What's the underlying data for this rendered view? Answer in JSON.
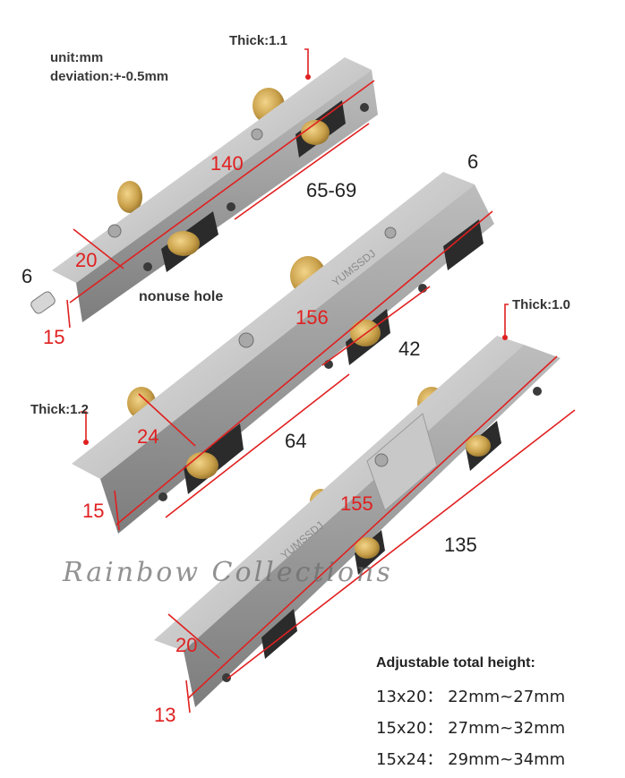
{
  "info": {
    "unit": "unit:mm",
    "deviation": "deviation:+-0.5mm"
  },
  "labels": {
    "thick_top": "Thick:1.1",
    "thick_middle_right": "Thick:1.0",
    "thick_middle_left": "Thick:1.2",
    "nonuse_hole": "nonuse hole",
    "watermark": "Rainbow Collections"
  },
  "roller1": {
    "length": "140",
    "hole_spacing": "65-69",
    "width": "20",
    "height": "15",
    "wheel_offset": "6"
  },
  "roller2": {
    "length": "156",
    "hole_spacing": "42",
    "width": "24",
    "height": "15",
    "wheel_offset": "6",
    "second_spacing": "64",
    "engraving": "YUMSSDJ"
  },
  "roller3": {
    "length": "155",
    "hole_spacing": "135",
    "width": "20",
    "height": "13",
    "engraving": "YUMSSDJ"
  },
  "heights": {
    "title": "Adjustable total height:",
    "rows": [
      "13x20：  22mm~27mm",
      "15x20：  27mm~32mm",
      "15x24：  29mm~34mm"
    ]
  },
  "colors": {
    "dimension": "#e02020",
    "steel_light": "#d9d9d9",
    "steel_dark": "#8f8f8f",
    "brass": "#c9a04a"
  }
}
